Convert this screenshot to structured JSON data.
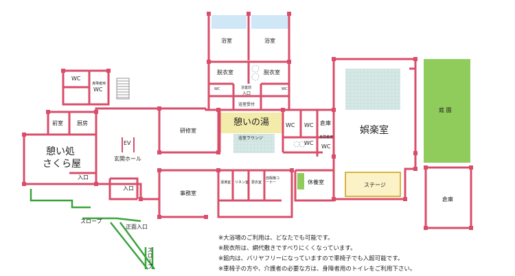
{
  "rooms": {
    "bath_room_left": "浴室",
    "bath_room_right": "浴室",
    "changing_left": "脱衣室",
    "changing_right": "脱衣室",
    "bath_front": "浴室前",
    "entrance_small": "入口",
    "bath_reception": "浴室受付",
    "ikoi_bath": "憩いの湯",
    "bath_lounge": "浴室ラウンジ",
    "training_room": "研修室",
    "office": "事務室",
    "wc_top": "WC",
    "wc_disabled_top": "WC",
    "disabled_tag_top": "身障者用",
    "kitchen": "厨房",
    "front_room": "前室",
    "ikoi_sakura_line1": "憩い処",
    "ikoi_sakura_line2": "さくら屋",
    "entrance_left": "入口",
    "entrance_center": "入口",
    "ev": "EV",
    "entrance_hall": "玄関ホール",
    "wc_a": "WC",
    "wc_b": "WC",
    "wc_c": "WC",
    "wc_disabled_mid": "WC",
    "disabled_tag_mid": "身障者用",
    "storage_small": "倉庫",
    "recreation_room": "娯楽室",
    "stage": "ステージ",
    "rest_room": "休養室",
    "nursing_room": "湯沸室",
    "linen_room": "リネン室",
    "changing_room_small": "更衣室",
    "vending_corner": "自販機コーナー",
    "garden": "庭 園",
    "storage_large": "倉庫",
    "wc_small_left": "WC",
    "wc_small_right": "WC"
  },
  "exterior": {
    "slope_lower": "スロープ",
    "front_entrance": "正面入口",
    "slope_vertical": "スロープ"
  },
  "notes": [
    "※大浴場のご利用は、どなたでも可能です。",
    "※脱衣所は、網代敷きですべりにくくなっています。",
    "※館内は、バリヤフリーになっていますので車椅子でも入館可能です。",
    "※車椅子の方や、介護者の必要な方は、身障者用のトイレをご利用下さい。"
  ],
  "colors": {
    "wall": "#d94d6a",
    "bath_water": "#cfe7f6",
    "ikoi_highlight": "#f3ebaa",
    "lounge_tile": "#d5e8e6",
    "garden": "#8fcc5c",
    "path": "#39a33b",
    "stage_fill": "#fbf2c8"
  }
}
